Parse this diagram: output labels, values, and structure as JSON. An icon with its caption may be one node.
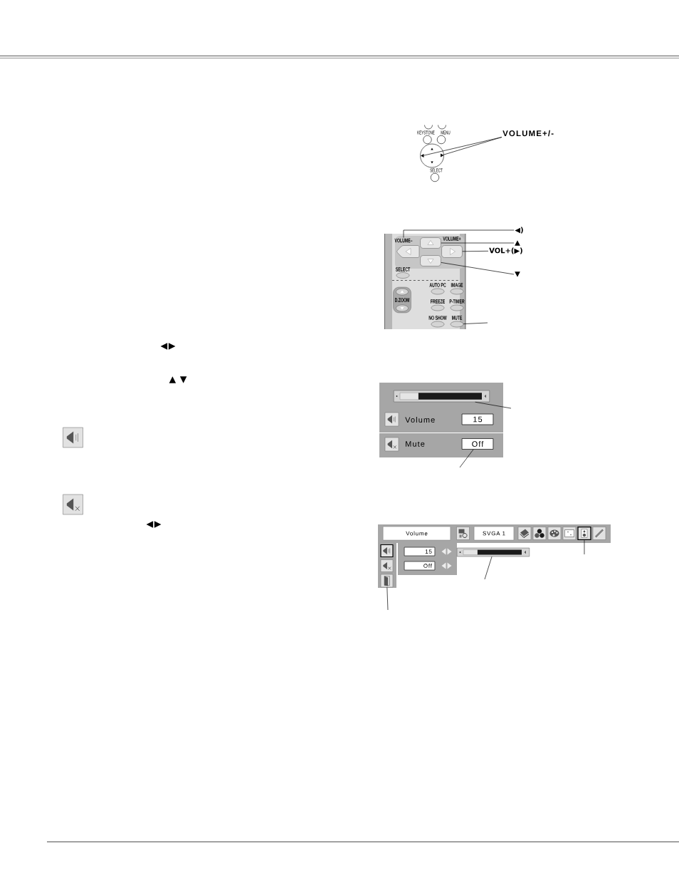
{
  "diagram": {
    "nodes": [
      {
        "text": [
          "VOLUME+/-"
        ]
      },
      {
        "text": [],
        "shape": "triangle"
      },
      {
        "text": [],
        "shape": "triangle"
      },
      {
        "text": [
          "◀)"
        ]
      },
      {
        "text": [
          "VOLUME–"
        ]
      },
      {
        "text": [
          "▲"
        ]
      },
      {
        "text": [],
        "shape": "box"
      },
      {
        "text": [
          "VOL+(▶)"
        ]
      },
      {
        "text": [],
        "shape": "box"
      },
      {
        "text": [],
        "shape": "box"
      },
      {
        "text": [
          "▼"
        ]
      },
      {
        "text": [
          "D.ZOOM"
        ]
      },
      {
        "text": [],
        "shape": "ellipse",
        "beside": [
          "MUTE"
        ]
      },
      {
        "text": [],
        "shape": "bar"
      },
      {
        "text": [
          "15"
        ]
      },
      {
        "text": [
          "Off"
        ]
      },
      {
        "text": [
          "Volume"
        ]
      },
      {
        "text": [
          "SVGA 1"
        ]
      },
      {
        "text": [],
        "shape": "picture"
      },
      {
        "text": [
          "15"
        ]
      },
      {
        "text": [
          "Off"
        ]
      },
      {
        "text": [],
        "shape": "bar"
      },
      {
        "text": [],
        "shape": "picture"
      }
    ],
    "edges": [
      {
        "from": 0,
        "to": 1,
        "arrow": "none"
      },
      {
        "from": 0,
        "to": 2,
        "arrow": "none"
      },
      {
        "from": 3,
        "to": 4,
        "arrow": "none"
      },
      {
        "from": 5,
        "to": 6,
        "arrow": "none"
      },
      {
        "from": 7,
        "to": 8,
        "arrow": "none"
      },
      {
        "from": 10,
        "to": 9,
        "arrow": "none"
      },
      {
        "from": null,
        "to": 12,
        "arrow": "none"
      },
      {
        "from": null,
        "to": 13,
        "arrow": "none"
      },
      {
        "from": null,
        "to": 15,
        "arrow": "none"
      },
      {
        "from": null,
        "to": 18,
        "arrow": "none"
      },
      {
        "from": null,
        "to": 21,
        "arrow": "none"
      },
      {
        "from": null,
        "to": 22,
        "arrow": "none"
      }
    ],
    "labels": [
      "KEYSTONE",
      "MENU",
      "SELECT",
      "VOLUME+",
      "SELECT",
      "AUTO PC",
      "IMAGE",
      "FREEZE",
      "P-TIMER",
      "NO SHOW",
      "◀▶",
      "▲ ▼",
      "Volume",
      "Mute",
      "◀▶"
    ]
  }
}
